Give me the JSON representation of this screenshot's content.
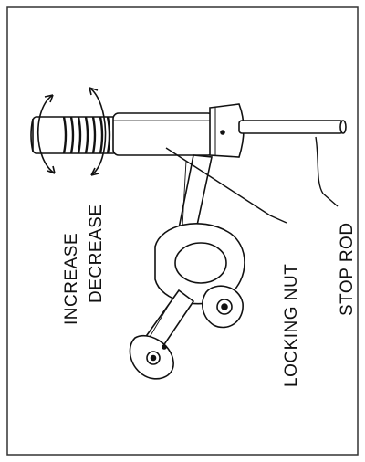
{
  "labels": {
    "increase": "INCREASE",
    "decrease": "DECREASE",
    "locking_nut": "LOCKING NUT",
    "stop_rod": "STOP ROD"
  },
  "colors": {
    "line": "#111111",
    "border": "#333333",
    "background": "#ffffff"
  }
}
